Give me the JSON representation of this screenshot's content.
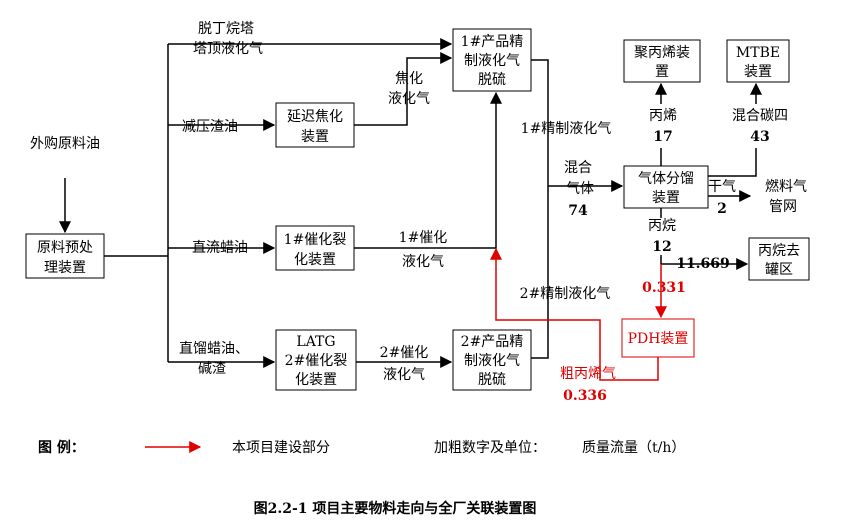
{
  "nodes": {
    "feed": "外购原料油",
    "pretreat_1": "原料预处",
    "pretreat_2": "理装置",
    "debut_1": "脱丁烷塔",
    "debut_2": "塔顶液化气",
    "vacuum": "减压渣油",
    "coker_1": "延迟焦化",
    "coker_2": "装置",
    "coker_lpg_1": "焦化",
    "coker_lpg_2": "液化气",
    "straight_wax": "直流蜡油",
    "fcc1_1": "1#催化裂",
    "fcc1_2": "化装置",
    "fcc1_lpg_1": "1#催化",
    "fcc1_lpg_2": "液化气",
    "dist_wax_1": "直馏蜡油、",
    "dist_wax_2": "碱渣",
    "latg_1": "LATG",
    "latg_2": "2#催化裂",
    "latg_3": "化装置",
    "fcc2_lpg_1": "2#催化",
    "fcc2_lpg_2": "液化气",
    "desulf1_1": "1#产品精",
    "desulf1_2": "制液化气",
    "desulf1_3": "脱硫",
    "desulf2_1": "2#产品精",
    "desulf2_2": "制液化气",
    "desulf2_3": "脱硫",
    "refined1": "1#精制液化气",
    "refined2": "2#精制液化气",
    "mixed_1": "混合",
    "mixed_2": "气体",
    "mixed_val": "74",
    "gasfrac_1": "气体分馏",
    "gasfrac_2": "装置",
    "pp_1": "聚丙烯装",
    "pp_2": "置",
    "mtbe_1": "MTBE",
    "mtbe_2": "装置",
    "propylene": "丙烯",
    "propylene_val": "17",
    "c4": "混合碳四",
    "c4_val": "43",
    "drygas": "干气",
    "drygas_val": "2",
    "fuel_1": "燃料气",
    "fuel_2": "管网",
    "propane": "丙烷",
    "propane_val": "12",
    "propane_to_tank_val": "11.669",
    "tank_1": "丙烷去",
    "tank_2": "罐区",
    "pdh_val": "0.331",
    "pdh": "PDH装置",
    "crude_propylene": "粗丙烯气",
    "crude_propylene_val": "0.336"
  },
  "legend": {
    "label": "图  例：",
    "project_part": "本项目建设部分",
    "units_label": "加粗数字及单位：",
    "units_value": "质量流量（t/h）"
  },
  "caption": "图2.2-1  项目主要物料走向与全厂关联装置图",
  "colors": {
    "line": "#000000",
    "project": "#e00000"
  }
}
